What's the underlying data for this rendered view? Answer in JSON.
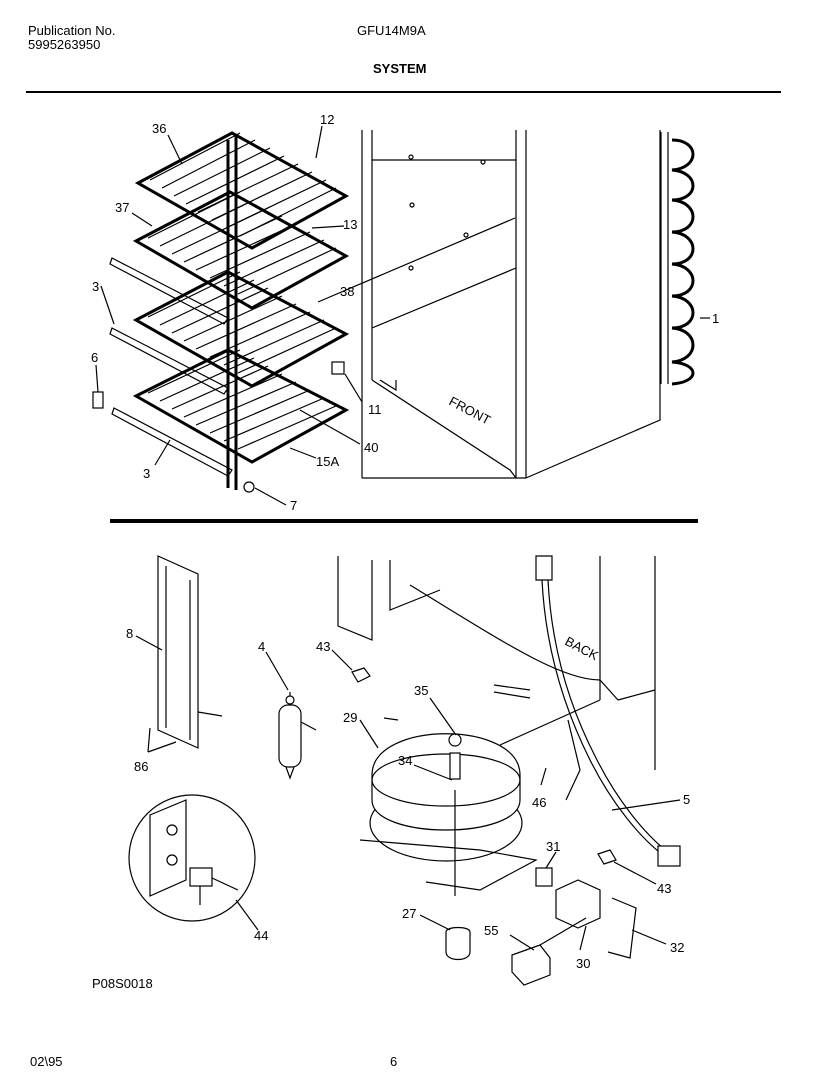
{
  "header": {
    "pub_label": "Publication No.",
    "pub_number": "5995263950",
    "model": "GFU14M9A",
    "section": "SYSTEM"
  },
  "diagram": {
    "part_labels": {
      "p36": "36",
      "p12": "12",
      "p37": "37",
      "p13": "13",
      "p3a": "3",
      "p38": "38",
      "p1": "1",
      "p6": "6",
      "p11": "11",
      "p40": "40",
      "p15a": "15A",
      "p3b": "3",
      "p7": "7",
      "p8": "8",
      "p4": "4",
      "p43a": "43",
      "p35": "35",
      "p29": "29",
      "p34": "34",
      "p86": "86",
      "p46": "46",
      "p5": "5",
      "p31": "31",
      "p43b": "43",
      "p27": "27",
      "p55": "55",
      "p30": "30",
      "p32": "32",
      "p44": "44"
    },
    "annotations": {
      "front": "FRONT",
      "back": "BACK"
    }
  },
  "footer": {
    "drawing_id": "P08S0018",
    "date": "02\\95",
    "page": "6"
  }
}
